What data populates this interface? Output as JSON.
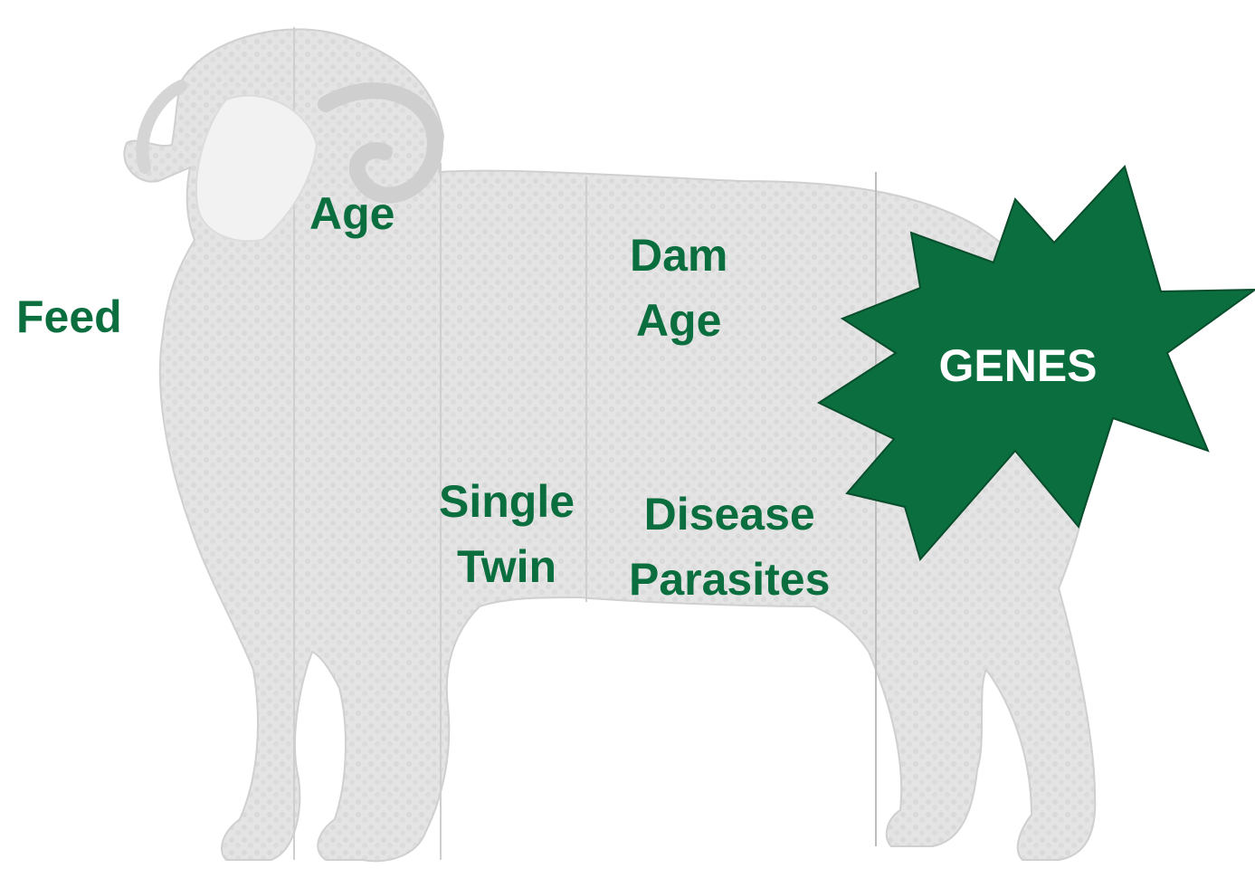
{
  "labels": {
    "feed": "Feed",
    "age": "Age",
    "dam_age": [
      "Dam",
      "Age"
    ],
    "single_twin": [
      "Single",
      "Twin"
    ],
    "disease_parasites": [
      "Disease",
      "Parasites"
    ],
    "genes": "GENES"
  },
  "colors": {
    "label_green": "#0b6e3f",
    "burst_fill": "#0b6e3f",
    "burst_text": "#ffffff",
    "sheep_light": "#e6e6e6",
    "sheep_dark": "#8a8a8a"
  },
  "icons": {
    "sheep": "sheep-silhouette",
    "burst": "starburst"
  }
}
